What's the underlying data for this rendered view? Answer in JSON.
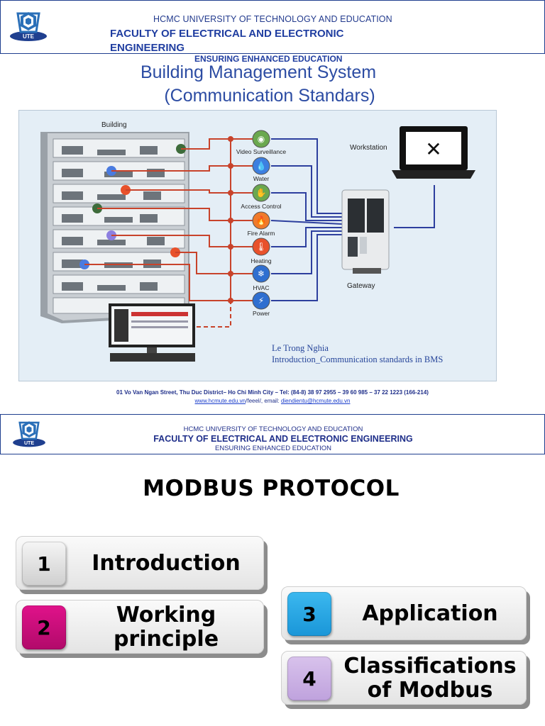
{
  "slide1": {
    "header": {
      "university": "HCMC UNIVERSITY OF TECHNOLOGY AND EDUCATION",
      "faculty": "FACULTY OF ELECTRICAL AND ELECTRONIC ENGINEERING",
      "tagline": "ENSURING ENHANCED EDUCATION",
      "logo_text": "UTE"
    },
    "title_line1": "Building Management System",
    "title_line2": "(Communication Standars)",
    "diagram": {
      "building_label": "Building",
      "workstation_label": "Workstation",
      "gateway_label": "Gateway",
      "devices": [
        {
          "name": "Video Surveillance",
          "icon": "camera-icon",
          "color": "#6aa84f"
        },
        {
          "name": "Water",
          "icon": "water-drop-icon",
          "color": "#3d7fe0"
        },
        {
          "name": "Access Control",
          "icon": "hand-scan-icon",
          "color": "#6aa84f"
        },
        {
          "name": "Fire Alarm",
          "icon": "flame-icon",
          "color": "#f07a2a"
        },
        {
          "name": "Heating",
          "icon": "thermometer-icon",
          "color": "#e8512b"
        },
        {
          "name": "HVAC",
          "icon": "snowflake-icon",
          "color": "#2f6fd0"
        },
        {
          "name": "Power",
          "icon": "power-bolt-icon",
          "color": "#2f6fd0"
        }
      ],
      "author_line1": "Le Trong Nghia",
      "author_line2": "Introduction_Communication standards in BMS"
    },
    "footer": {
      "address": "01 Vo Van Ngan Street, Thu Duc District– Ho Chi Minh City – Tel: (84-8) 38 97 2955 – 39 60 985 – 37 22 1223 (166-214)",
      "website": "www.hcmute.edu.vn",
      "website_suffix": "/feeel/, email: ",
      "email": "diendientu@hcmute.edu.vn"
    }
  },
  "slide2": {
    "header": {
      "university": "HCMC UNIVERSITY OF TECHNOLOGY  AND EDUCATION",
      "faculty": "FACULTY OF ELECTRICAL AND ELECTRONIC ENGINEERING",
      "tagline": "ENSURING ENHANCED EDUCATION",
      "logo_text": "UTE"
    },
    "title": "MODBUS PROTOCOL",
    "items": [
      {
        "number": "1",
        "label": "Introduction",
        "color": "#e6e6e6"
      },
      {
        "number": "2",
        "label": "Working principle",
        "color": "#c90e7b"
      },
      {
        "number": "3",
        "label": "Application",
        "color": "#29a9e6"
      },
      {
        "number": "4",
        "label": "Classifications of Modbus",
        "color": "#ccb3e6"
      }
    ]
  },
  "colors": {
    "header_blue": "#1f3f8f",
    "wire_red": "#c8432b",
    "wire_blue": "#2d3f9e"
  }
}
